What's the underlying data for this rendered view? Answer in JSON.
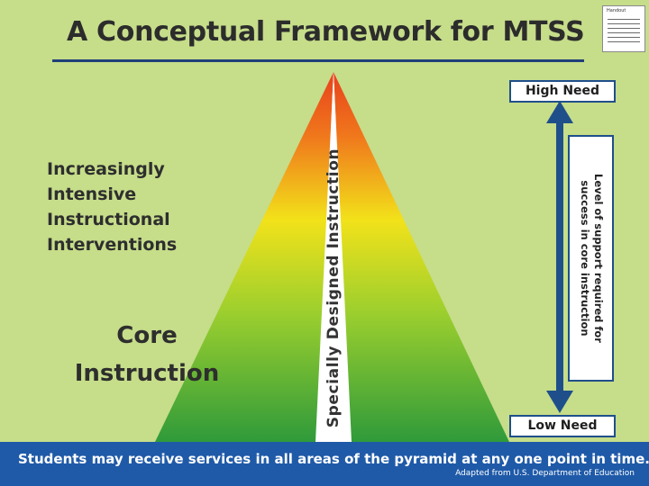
{
  "title": "A Conceptual Framework for MTSS",
  "left_labels": {
    "intensive": [
      "Increasingly",
      "Intensive",
      "Instructional",
      "Interventions"
    ],
    "core": [
      "Core",
      "Instruction"
    ]
  },
  "center_label": "Specially Designed Instruction",
  "scale": {
    "high": "High Need",
    "low": "Low Need",
    "description": "Level of support required for success in core instruction"
  },
  "footer": {
    "text": "Students may receive services in all areas of the pyramid at any one point in time.",
    "credit": "Adapted from U.S. Department of Education"
  },
  "document_thumbnail": {
    "title": "Handout"
  },
  "colors": {
    "background": "#c6dd8a",
    "title_rule": "#1f3f7a",
    "pyramid_top": "#e8401c",
    "pyramid_mid": "#f2e21a",
    "pyramid_bottom": "#2f9a3a",
    "arrow": "#1f4f8a",
    "footer": "#1f5aa8"
  },
  "icons": {
    "document": "document-thumbnail-icon",
    "arrow": "double-headed-vertical-arrow-icon"
  }
}
